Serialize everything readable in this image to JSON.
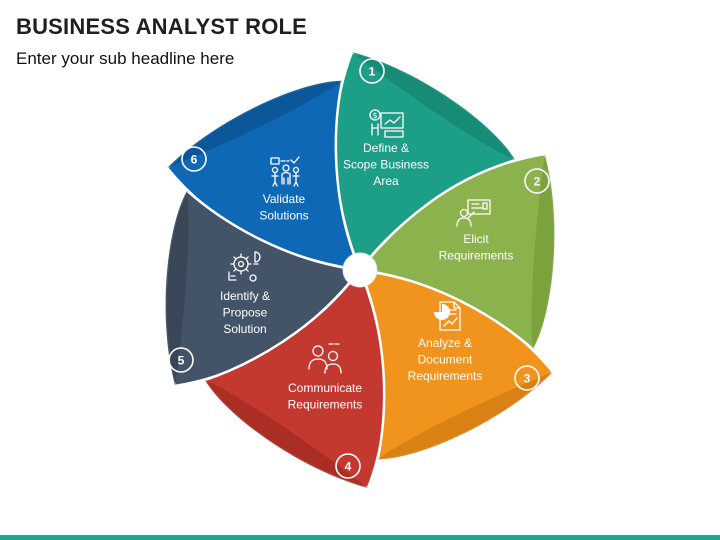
{
  "header": {
    "title": "BUSINESS ANALYST ROLE",
    "subtitle": "Enter your sub headline here"
  },
  "petals": [
    {
      "number": "1",
      "label_lines": [
        "Define &",
        "Scope Business",
        "Area"
      ],
      "color": "#1d9e86",
      "edge_color": "#168a74",
      "icon": "chart-presentation-icon"
    },
    {
      "number": "2",
      "label_lines": [
        "Elicit",
        "Requirements"
      ],
      "color": "#8cb24e",
      "edge_color": "#79a03c",
      "icon": "presenter-board-icon"
    },
    {
      "number": "3",
      "label_lines": [
        "Analyze &",
        "Document",
        "Requirements"
      ],
      "color": "#f0941e",
      "edge_color": "#d67e12",
      "icon": "document-chart-icon"
    },
    {
      "number": "4",
      "label_lines": [
        "Communicate",
        "Requirements"
      ],
      "color": "#c4392f",
      "edge_color": "#a82e25",
      "icon": "people-communication-icon"
    },
    {
      "number": "5",
      "label_lines": [
        "Identify &",
        "Propose",
        "Solution"
      ],
      "color": "#445468",
      "edge_color": "#374557",
      "icon": "gear-bulb-icon"
    },
    {
      "number": "6",
      "label_lines": [
        "Validate",
        "Solutions"
      ],
      "color": "#0f68b5",
      "edge_color": "#0b5596",
      "icon": "people-validate-icon"
    }
  ]
}
